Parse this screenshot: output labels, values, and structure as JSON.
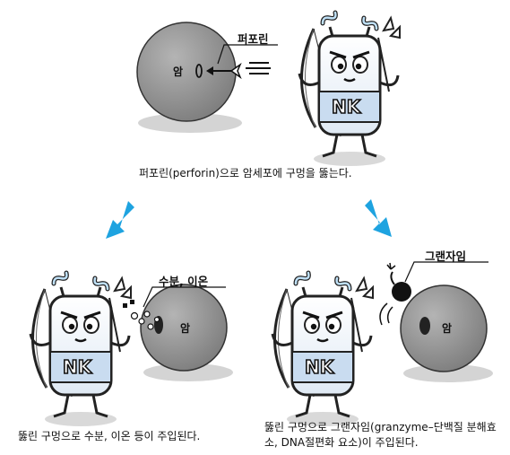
{
  "panel_top": {
    "cell_label": "암",
    "callout": "퍼포린",
    "caption": "퍼포린(perforin)으로 암세포에 구멍을 뚫는다."
  },
  "panel_left": {
    "callout": "수분, 이온",
    "cell_label": "암",
    "caption": "뚫린 구멍으로 수분, 이온 등이 주입된다."
  },
  "panel_right": {
    "callout": "그랜자임",
    "cell_label": "암",
    "caption": "뚫린 구멍으로 그랜자임(granzyme–단백질 분해효소, DNA절편화 요소)이 주입된다."
  },
  "nk_badge": "NK",
  "colors": {
    "arrow": "#1ea3e0",
    "cell": "#8c8c8c",
    "shadow": "#d6d6d6",
    "nk_body": "#dde8f4"
  }
}
